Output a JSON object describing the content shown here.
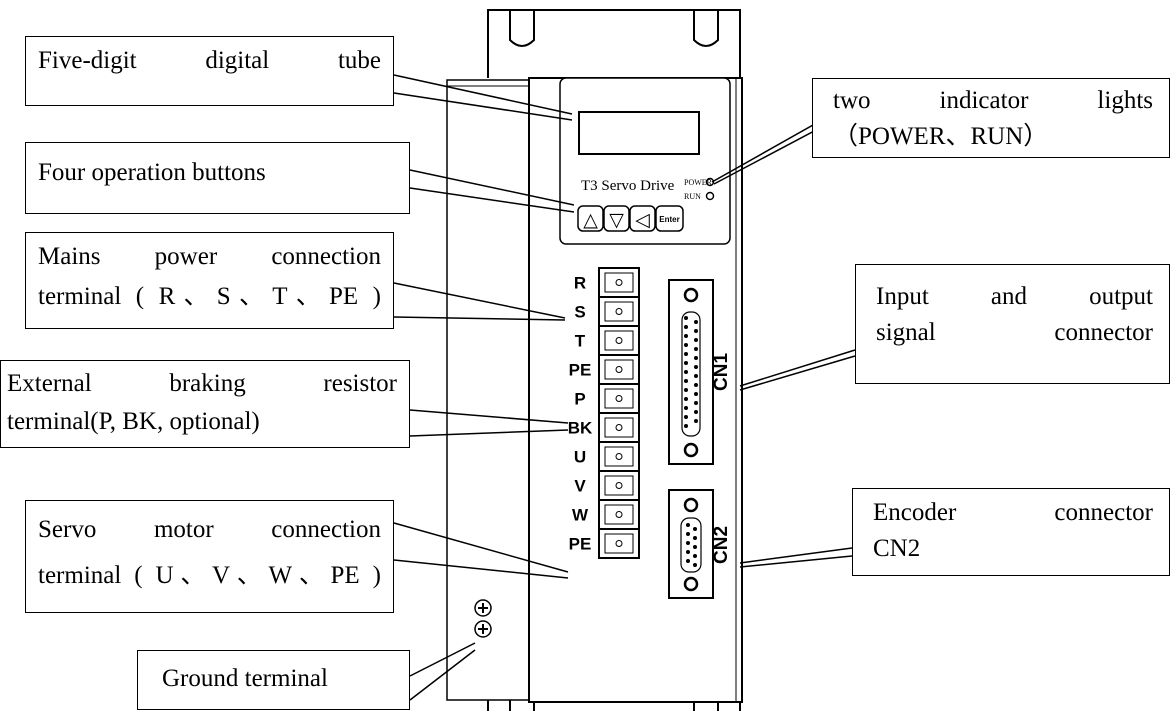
{
  "callouts": {
    "digital_tube": "Five-digit    digital    tube",
    "buttons": "Four operation buttons",
    "mains_line1": "Mains power connection",
    "mains_line2": "terminal ( R、S、T、PE )",
    "braking_line1": "External braking resistor",
    "braking_line2": "terminal(P, BK, optional)",
    "servo_line1": "Servo motor connection",
    "servo_line2": "terminal ( U、V、W、PE )",
    "ground": "Ground terminal",
    "indicators_line1": "two  indicator  lights",
    "indicators_line2": "（POWER、RUN）",
    "io_line1": "Input   and   output",
    "io_line2": "signal      connector",
    "encoder_line1": "Encoder      connector",
    "encoder_line2": "CN2"
  },
  "device": {
    "model_label": "T3 Servo Drive",
    "power_led_label": "POWER",
    "run_led_label": "RUN",
    "buttons": [
      "△",
      "▽",
      "◁",
      "Enter"
    ],
    "terminals": [
      "R",
      "S",
      "T",
      "PE",
      "P",
      "BK",
      "U",
      "V",
      "W",
      "PE"
    ],
    "connector_cn1": "CN1",
    "connector_cn2": "CN2"
  }
}
